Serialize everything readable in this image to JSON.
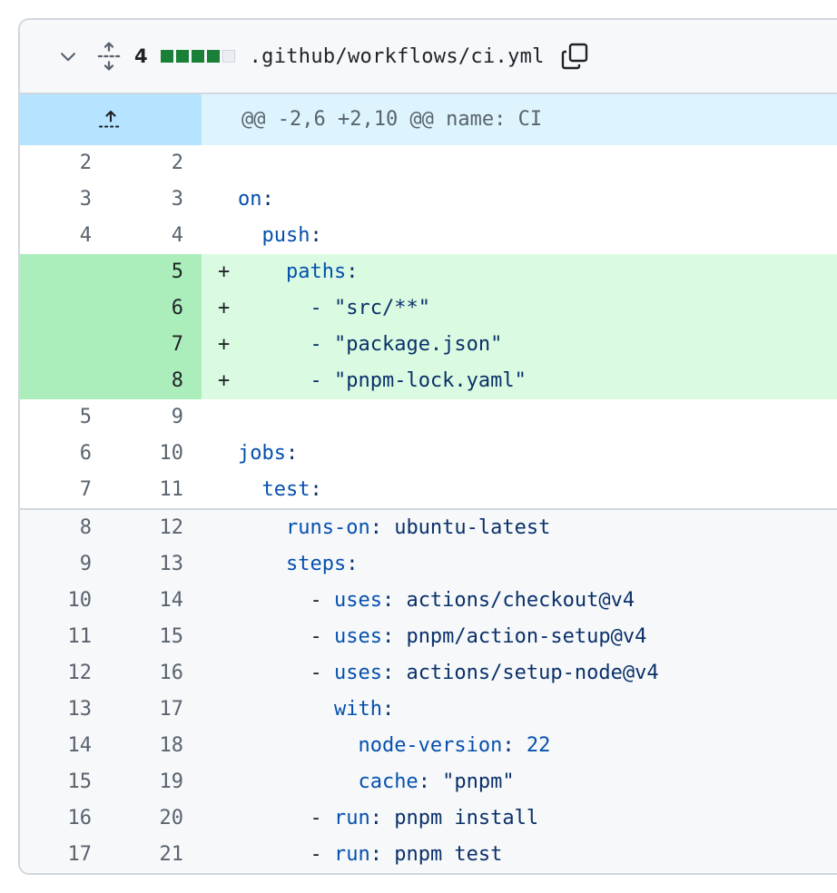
{
  "file": {
    "additions_count": "4",
    "stat_blocks": [
      "add",
      "add",
      "add",
      "add",
      "neutral"
    ],
    "path": ".github/workflows/ci.yml"
  },
  "hunk": {
    "header": "@@ -2,6 +2,10 @@ name: CI"
  },
  "lines": [
    {
      "old": "2",
      "new": "2",
      "sign": "",
      "type": "context",
      "indent": "",
      "key": "",
      "rest": ""
    },
    {
      "old": "3",
      "new": "3",
      "sign": "",
      "type": "context",
      "indent": "",
      "key": "on",
      "rest": ":"
    },
    {
      "old": "4",
      "new": "4",
      "sign": "",
      "type": "context",
      "indent": "  ",
      "key": "push",
      "rest": ":"
    },
    {
      "old": "",
      "new": "5",
      "sign": "+",
      "type": "added",
      "indent": "    ",
      "key": "paths",
      "rest": ":"
    },
    {
      "old": "",
      "new": "6",
      "sign": "+",
      "type": "added",
      "indent": "      ",
      "key": "",
      "rest": "- \"src/**\""
    },
    {
      "old": "",
      "new": "7",
      "sign": "+",
      "type": "added",
      "indent": "      ",
      "key": "",
      "rest": "- \"package.json\""
    },
    {
      "old": "",
      "new": "8",
      "sign": "+",
      "type": "added",
      "indent": "      ",
      "key": "",
      "rest": "- \"pnpm-lock.yaml\""
    },
    {
      "old": "5",
      "new": "9",
      "sign": "",
      "type": "context",
      "indent": "",
      "key": "",
      "rest": ""
    },
    {
      "old": "6",
      "new": "10",
      "sign": "",
      "type": "context",
      "indent": "",
      "key": "jobs",
      "rest": ":"
    },
    {
      "old": "7",
      "new": "11",
      "sign": "",
      "type": "context",
      "indent": "  ",
      "key": "test",
      "rest": ":"
    },
    {
      "old": "8",
      "new": "12",
      "sign": "",
      "type": "expanded",
      "indent": "    ",
      "key": "runs-on",
      "rest": ": ubuntu-latest"
    },
    {
      "old": "9",
      "new": "13",
      "sign": "",
      "type": "expanded",
      "indent": "    ",
      "key": "steps",
      "rest": ":"
    },
    {
      "old": "10",
      "new": "14",
      "sign": "",
      "type": "expanded",
      "indent": "      - ",
      "key": "uses",
      "rest": ": actions/checkout@v4"
    },
    {
      "old": "11",
      "new": "15",
      "sign": "",
      "type": "expanded",
      "indent": "      - ",
      "key": "uses",
      "rest": ": pnpm/action-setup@v4"
    },
    {
      "old": "12",
      "new": "16",
      "sign": "",
      "type": "expanded",
      "indent": "      - ",
      "key": "uses",
      "rest": ": actions/setup-node@v4"
    },
    {
      "old": "13",
      "new": "17",
      "sign": "",
      "type": "expanded",
      "indent": "        ",
      "key": "with",
      "rest": ":"
    },
    {
      "old": "14",
      "new": "18",
      "sign": "",
      "type": "expanded",
      "indent": "          ",
      "key": "node-version",
      "rest": ": ",
      "num": "22"
    },
    {
      "old": "15",
      "new": "19",
      "sign": "",
      "type": "expanded",
      "indent": "          ",
      "key": "cache",
      "rest": ": \"pnpm\""
    },
    {
      "old": "16",
      "new": "20",
      "sign": "",
      "type": "expanded",
      "indent": "      - ",
      "key": "run",
      "rest": ": pnpm install"
    },
    {
      "old": "17",
      "new": "21",
      "sign": "",
      "type": "expanded",
      "indent": "      - ",
      "key": "run",
      "rest": ": pnpm test"
    }
  ],
  "colors": {
    "added_bg": "#dafbe1",
    "added_gutter": "#aceebb",
    "hunk_bg": "#ddf4ff",
    "hunk_gutter": "#b6e3ff",
    "addition_block": "#1a7f37",
    "yaml_key": "#0550ae"
  },
  "icons": {
    "collapse": "chevron-down-icon",
    "expand_all": "unfold-icon",
    "copy": "copy-icon",
    "expand_up": "expand-up-icon"
  }
}
